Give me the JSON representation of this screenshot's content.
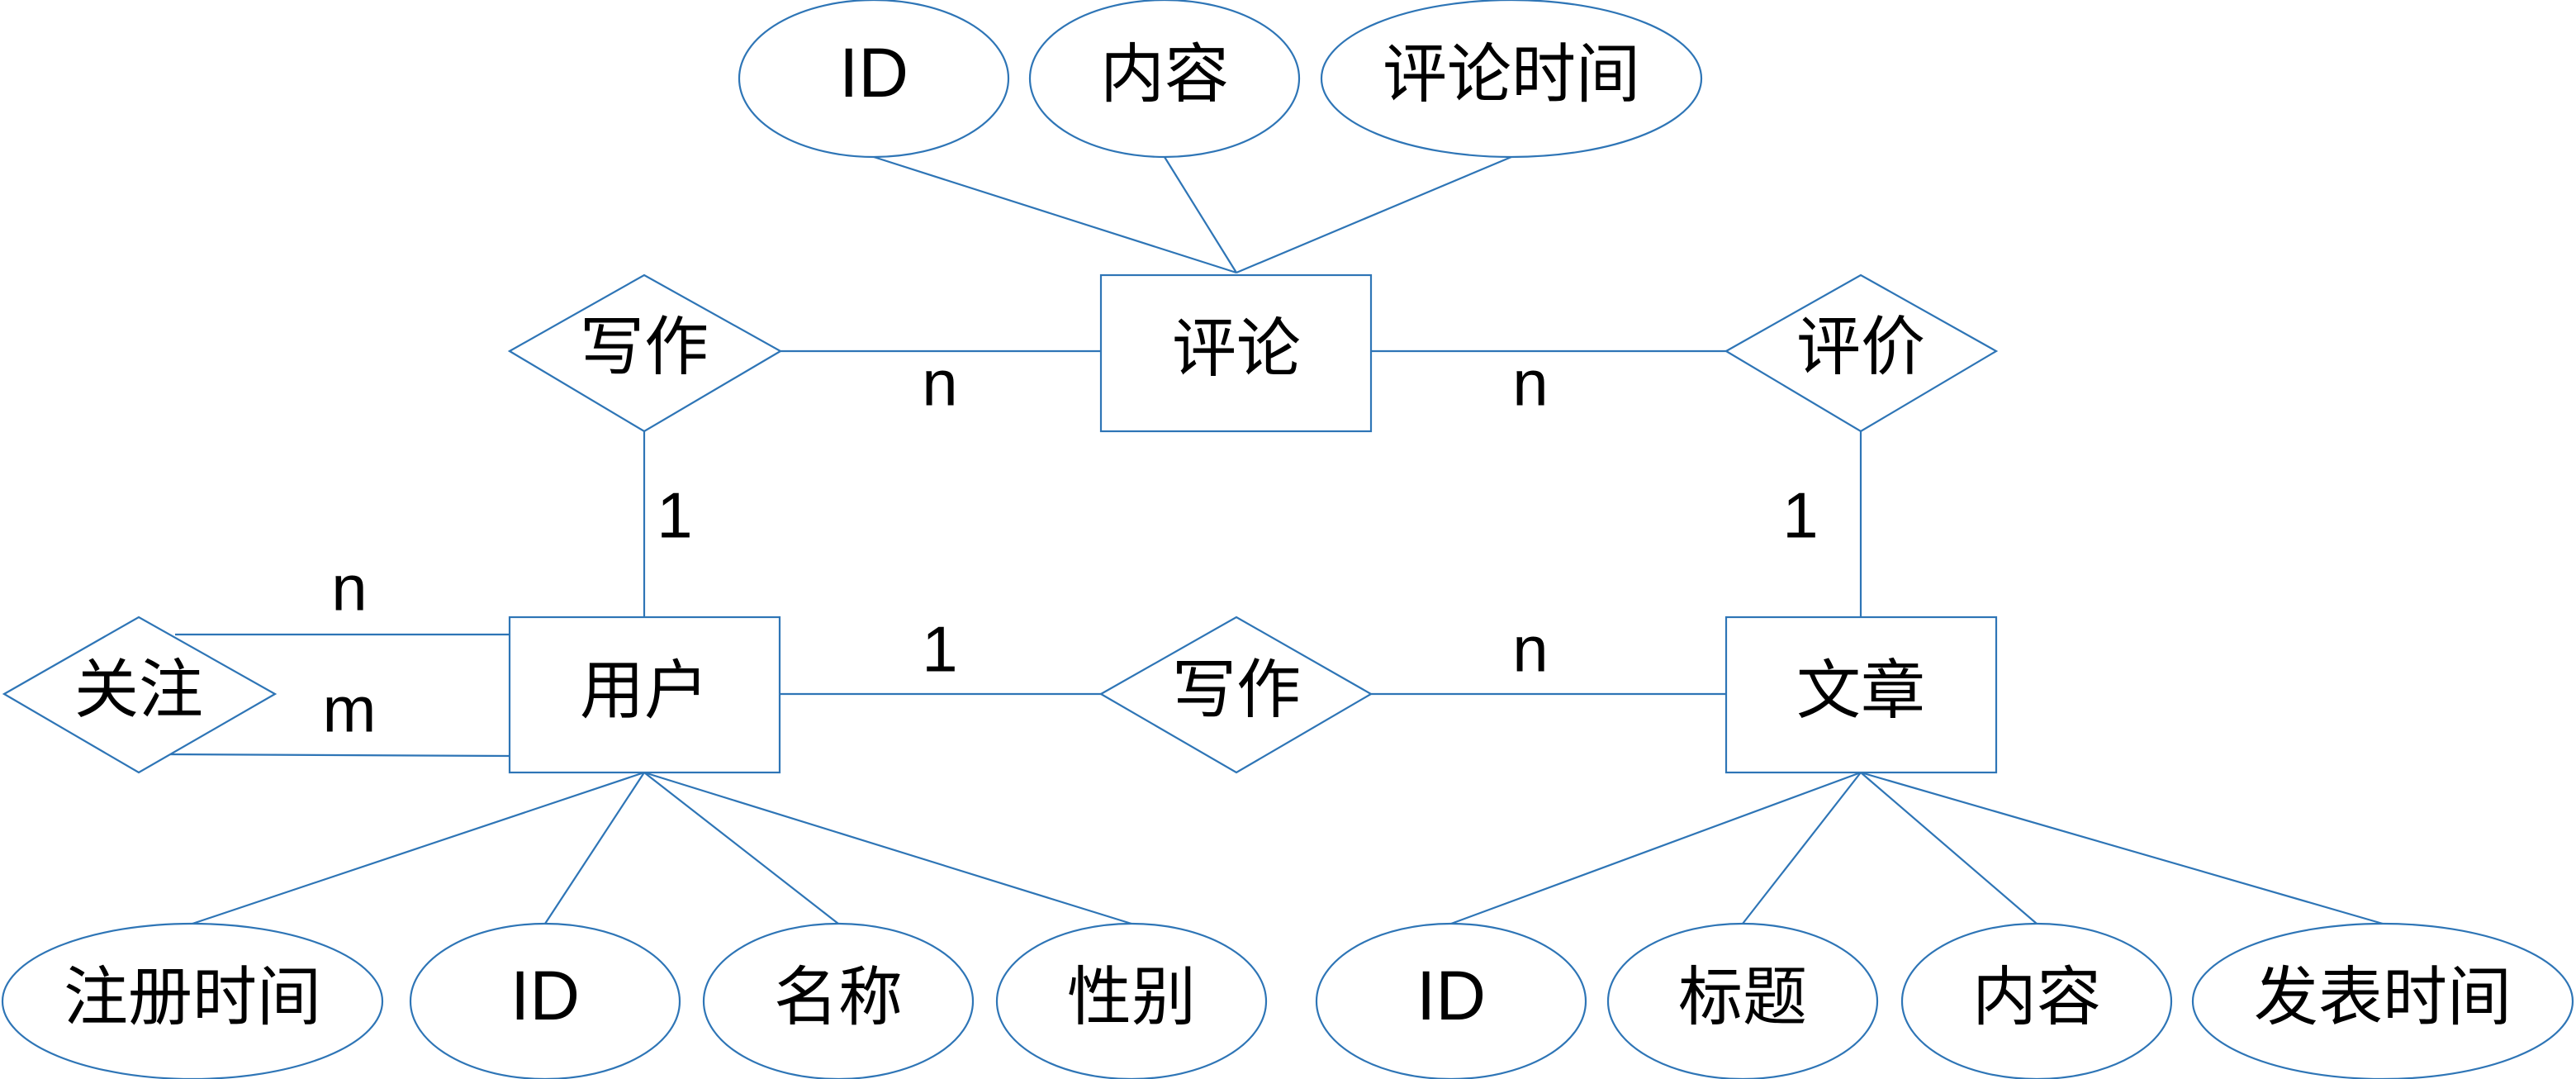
{
  "colors": {
    "stroke": "#2e75b6",
    "text": "#000000",
    "background": "#ffffff"
  },
  "entities": {
    "comment": "评论",
    "user": "用户",
    "article": "文章"
  },
  "relationships": {
    "write_comment": "写作",
    "evaluate": "评价",
    "follow": "关注",
    "write_article": "写作"
  },
  "attributes": {
    "comment": [
      "ID",
      "内容",
      "评论时间"
    ],
    "user": [
      "注册时间",
      "ID",
      "名称",
      "性别"
    ],
    "article": [
      "ID",
      "标题",
      "内容",
      "发表时间"
    ]
  },
  "cardinalities": {
    "write_comment_to_comment": "n",
    "comment_to_evaluate": "n",
    "write_comment_to_user": "1",
    "evaluate_to_article": "1",
    "follow_top": "n",
    "follow_bottom": "m",
    "user_to_write_article": "1",
    "write_article_to_article": "n"
  }
}
